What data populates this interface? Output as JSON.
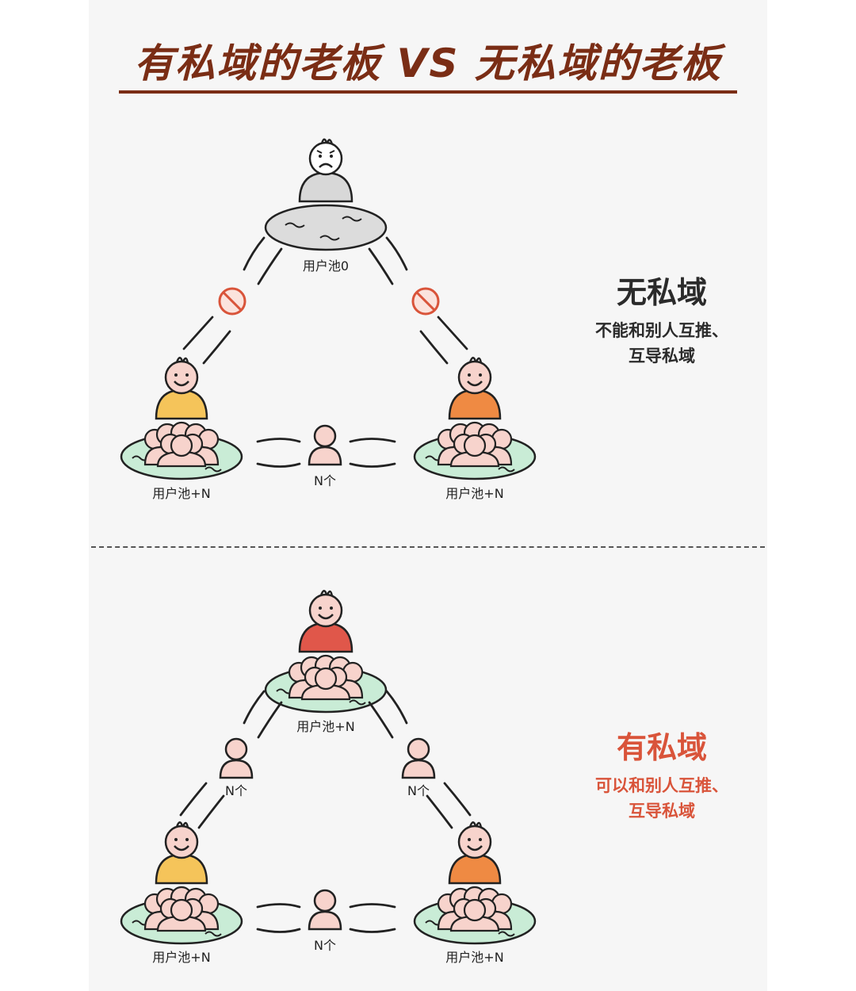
{
  "title": "有私域的老板  VS  无私域的老板",
  "top": {
    "side_heading": "无私域",
    "side_desc_line1": "不能和别人互推、",
    "side_desc_line2": "互导私域",
    "label_top_pool": "用户池0",
    "label_left_pool": "用户池+N",
    "label_right_pool": "用户池+N",
    "label_middle": "N个"
  },
  "bottom": {
    "side_heading": "有私域",
    "side_desc_line1": "可以和别人互推、",
    "side_desc_line2": "互导私域",
    "label_top_pool": "用户池+N",
    "label_left_mid": "N个",
    "label_right_mid": "N个",
    "label_left_pool": "用户池+N",
    "label_right_pool": "用户池+N",
    "label_middle": "N个"
  },
  "colors": {
    "title": "#7a2d15",
    "boss_sad": "#d8d8d8",
    "boss_happy": "#e0574a",
    "boss_left": "#f5c45a",
    "boss_right": "#ef8a43",
    "pool_green": "#c9ecd6",
    "pool_grey": "#dcdcdc",
    "person_pink": "#f7d3cc",
    "no_sign": "#d9543a"
  },
  "icons": [
    "sad-face-icon",
    "happy-face-icon",
    "no-entry-icon",
    "crowd-icon",
    "person-icon"
  ]
}
